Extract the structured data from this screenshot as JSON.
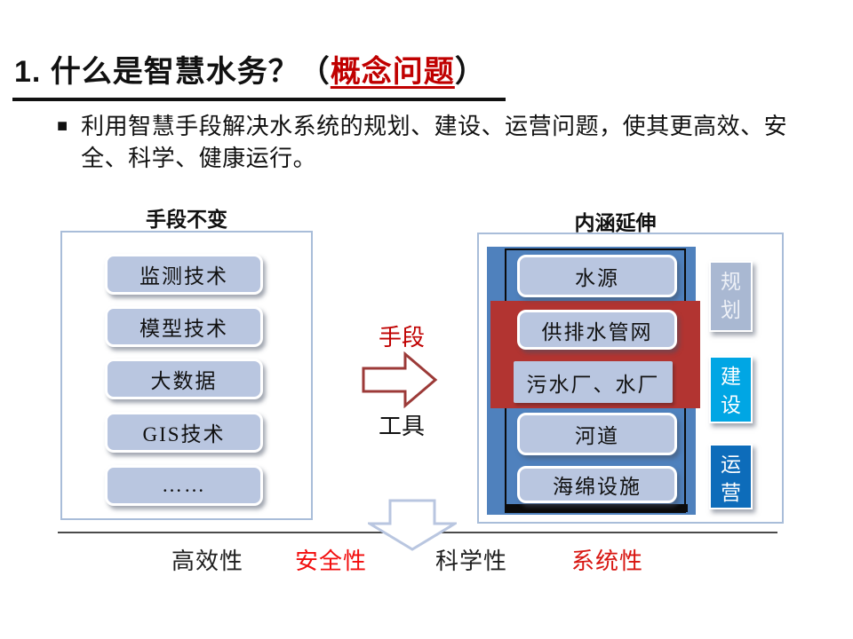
{
  "title": {
    "prefix": "1. 什么是智慧水务？（",
    "highlight": "概念问题",
    "suffix": "）",
    "highlight_color": "#c00000"
  },
  "bullet": {
    "marker": "■",
    "text": "利用智慧手段解决水系统的规划、建设、运营问题，使其更高效、安全、科学、健康运行。"
  },
  "left_group": {
    "label": "手段不变",
    "items": [
      "监测技术",
      "模型技术",
      "大数据",
      "GIS技术",
      "……"
    ]
  },
  "middle": {
    "top_label": "手段",
    "top_label_color": "#c00000",
    "bottom_label": "工具",
    "arrow_icon": "right-block-arrow",
    "arrow_outline": "#9c3a38"
  },
  "right_group": {
    "label": "内涵延伸",
    "items": [
      "水源",
      "供排水管网",
      "污水厂、水厂",
      "河道",
      "海绵设施"
    ],
    "panel_color": "#4f81bd",
    "band_color": "#b23431",
    "phases": [
      {
        "label": "规划",
        "color": "#a9b8d2"
      },
      {
        "label": "建设",
        "color": "#00a6e4"
      },
      {
        "label": "运营",
        "color": "#0d6cba"
      }
    ]
  },
  "bottom": {
    "arrow_icon": "down-block-arrow",
    "arrow_outline": "#b9c6e0",
    "labels": [
      {
        "text": "高效性",
        "color": "#1f1f1f"
      },
      {
        "text": "安全性",
        "color": "#f20d0d"
      },
      {
        "text": "科学性",
        "color": "#1f1f1f"
      },
      {
        "text": "系统性",
        "color": "#d81510"
      }
    ]
  },
  "colors": {
    "chip_fill": "#b9c6e0",
    "box_border": "#a9bdd9"
  }
}
